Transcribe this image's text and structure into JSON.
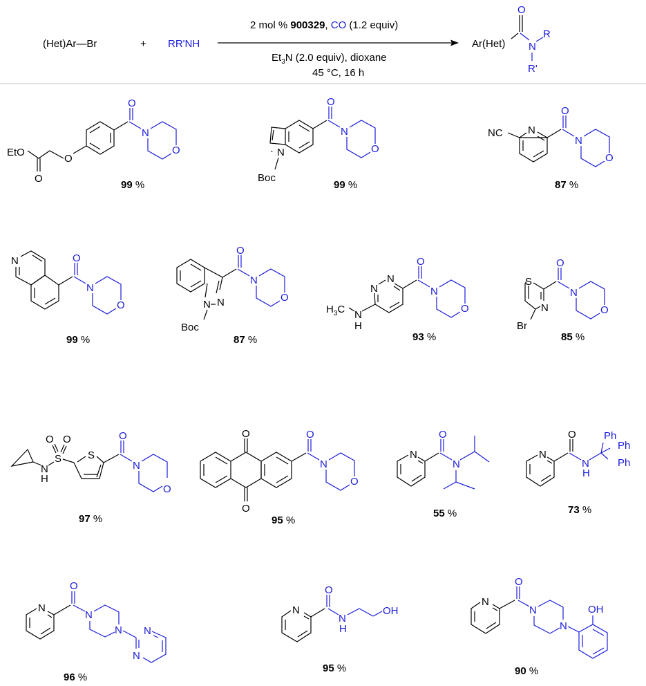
{
  "scheme": {
    "reactant_1": "(Het)Ar—Br",
    "plus": "+",
    "reactant_2": "RR'NH",
    "conditions_above": {
      "prefix": "2 mol % ",
      "catalyst": "900329",
      "sep": ", ",
      "co": "CO",
      "co_equiv": " (1.2 equiv)"
    },
    "conditions_below_1": {
      "base": "Et",
      "sub": "3",
      "rest": "N (2.0 equiv), dioxane"
    },
    "conditions_below_2": "45 °C, 16 h",
    "product": {
      "ar": "Ar(Het)",
      "o": "O",
      "n": "N",
      "r": "R",
      "r_prime": "R'"
    }
  },
  "colors": {
    "amine_blue": "#1a1adb",
    "bond_black": "#000000",
    "separator": "#dcdcdc"
  },
  "products": [
    {
      "id": 1,
      "labels": {
        "eto": "EtO",
        "o_ester": "O",
        "o_ether": "O",
        "o_amide": "O",
        "n": "N",
        "o_morph": "O"
      },
      "yield": "99",
      "unit": " %"
    },
    {
      "id": 2,
      "labels": {
        "n_indole": "N",
        "boc": "Boc",
        "o_amide": "O",
        "n": "N",
        "o_morph": "O"
      },
      "yield": "99",
      "unit": " %"
    },
    {
      "id": 3,
      "labels": {
        "nc": "NC",
        "n_pyr": "N",
        "o_amide": "O",
        "n": "N",
        "o_morph": "O"
      },
      "yield": "87",
      "unit": " %"
    },
    {
      "id": 4,
      "labels": {
        "n_isoq": "N",
        "o_amide": "O",
        "n": "N",
        "o_morph": "O"
      },
      "yield": "99",
      "unit": " %"
    },
    {
      "id": 5,
      "labels": {
        "n1": "N",
        "n2": "N",
        "boc": "Boc",
        "o_amide": "O",
        "n": "N",
        "o_morph": "O"
      },
      "yield": "87",
      "unit": " %"
    },
    {
      "id": 6,
      "labels": {
        "h3c": "H",
        "h3c_sub": "3",
        "h3c_c": "C",
        "nh_n": "N",
        "nh_h": "H",
        "n1": "N",
        "n2": "N",
        "o_amide": "O",
        "n": "N",
        "o_morph": "O"
      },
      "yield": "93",
      "unit": " %"
    },
    {
      "id": 7,
      "labels": {
        "s": "S",
        "n_thz": "N",
        "br": "Br",
        "o_amide": "O",
        "n": "N",
        "o_morph": "O"
      },
      "yield": "85",
      "unit": " %"
    },
    {
      "id": 8,
      "labels": {
        "o1": "O",
        "o2": "O",
        "s": "S",
        "nh_n": "N",
        "nh_h": "H",
        "s_thio": "S",
        "o_amide": "O",
        "n": "N",
        "o_morph": "O"
      },
      "yield": "97",
      "unit": " %"
    },
    {
      "id": 9,
      "labels": {
        "o_top": "O",
        "o_bot": "O",
        "o_amide": "O",
        "n": "N",
        "o_morph": "O"
      },
      "yield": "95",
      "unit": " %"
    },
    {
      "id": 10,
      "labels": {
        "n_pyr": "N",
        "o_amide": "O",
        "n": "N"
      },
      "yield": "55",
      "unit": " %"
    },
    {
      "id": 11,
      "labels": {
        "n_pyr": "N",
        "o_amide": "O",
        "nh_n": "N",
        "nh_h": "H",
        "ph1": "Ph",
        "ph2": "Ph",
        "ph3": "Ph"
      },
      "yield": "73",
      "unit": " %"
    },
    {
      "id": 12,
      "labels": {
        "n_pyr": "N",
        "o_amide": "O",
        "n1": "N",
        "n2": "N",
        "n_pym1": "N",
        "n_pym2": "N"
      },
      "yield": "96",
      "unit": " %"
    },
    {
      "id": 13,
      "labels": {
        "n_pyr": "N",
        "o_amide": "O",
        "nh_n": "N",
        "nh_h": "H",
        "oh": "OH"
      },
      "yield": "95",
      "unit": " %"
    },
    {
      "id": 14,
      "labels": {
        "n_pyr": "N",
        "o_amide": "O",
        "n1": "N",
        "n2": "N",
        "oh": "OH"
      },
      "yield": "90",
      "unit": " %"
    }
  ]
}
